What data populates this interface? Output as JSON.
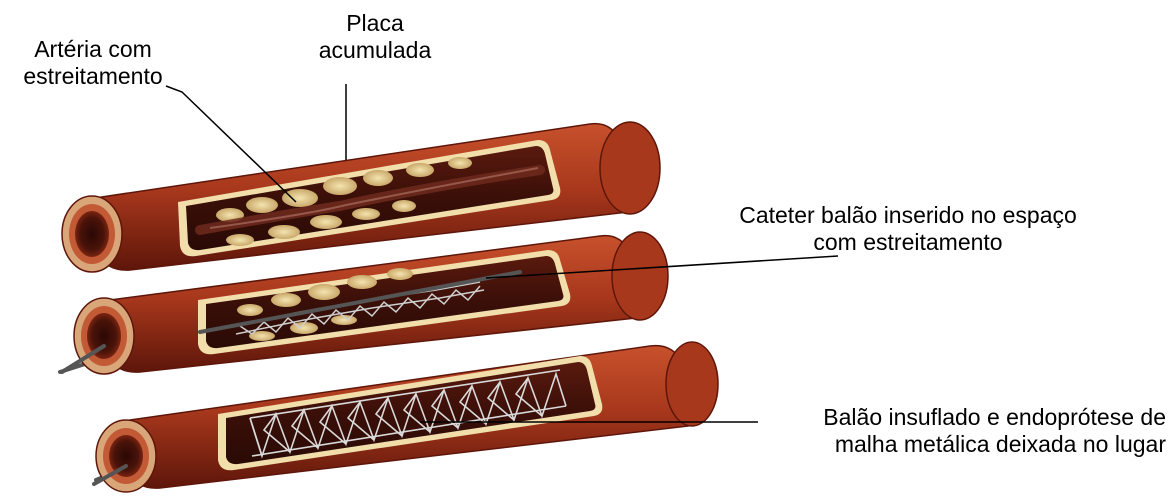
{
  "labels": {
    "artery": {
      "line1": "Artéria com",
      "line2": "estreitamento"
    },
    "plaque": {
      "line1": "Placa",
      "line2": "acumulada"
    },
    "catheter": {
      "line1": "Cateter balão inserido no espaço",
      "line2": "com estreitamento"
    },
    "balloon": {
      "line1": "Balão insuflado e endoprótese de",
      "line2": "malha metálica deixada no lugar"
    }
  },
  "colors": {
    "artery_wall": "#a8381c",
    "artery_wall_dark": "#6b1a0a",
    "artery_inner": "#3a0f08",
    "lining": "#f1deab",
    "plaque": "#e3cf93",
    "catheter": "#4a4a4a",
    "mesh": "#d9d9d9",
    "leader_line": "#000000",
    "text": "#000000"
  }
}
